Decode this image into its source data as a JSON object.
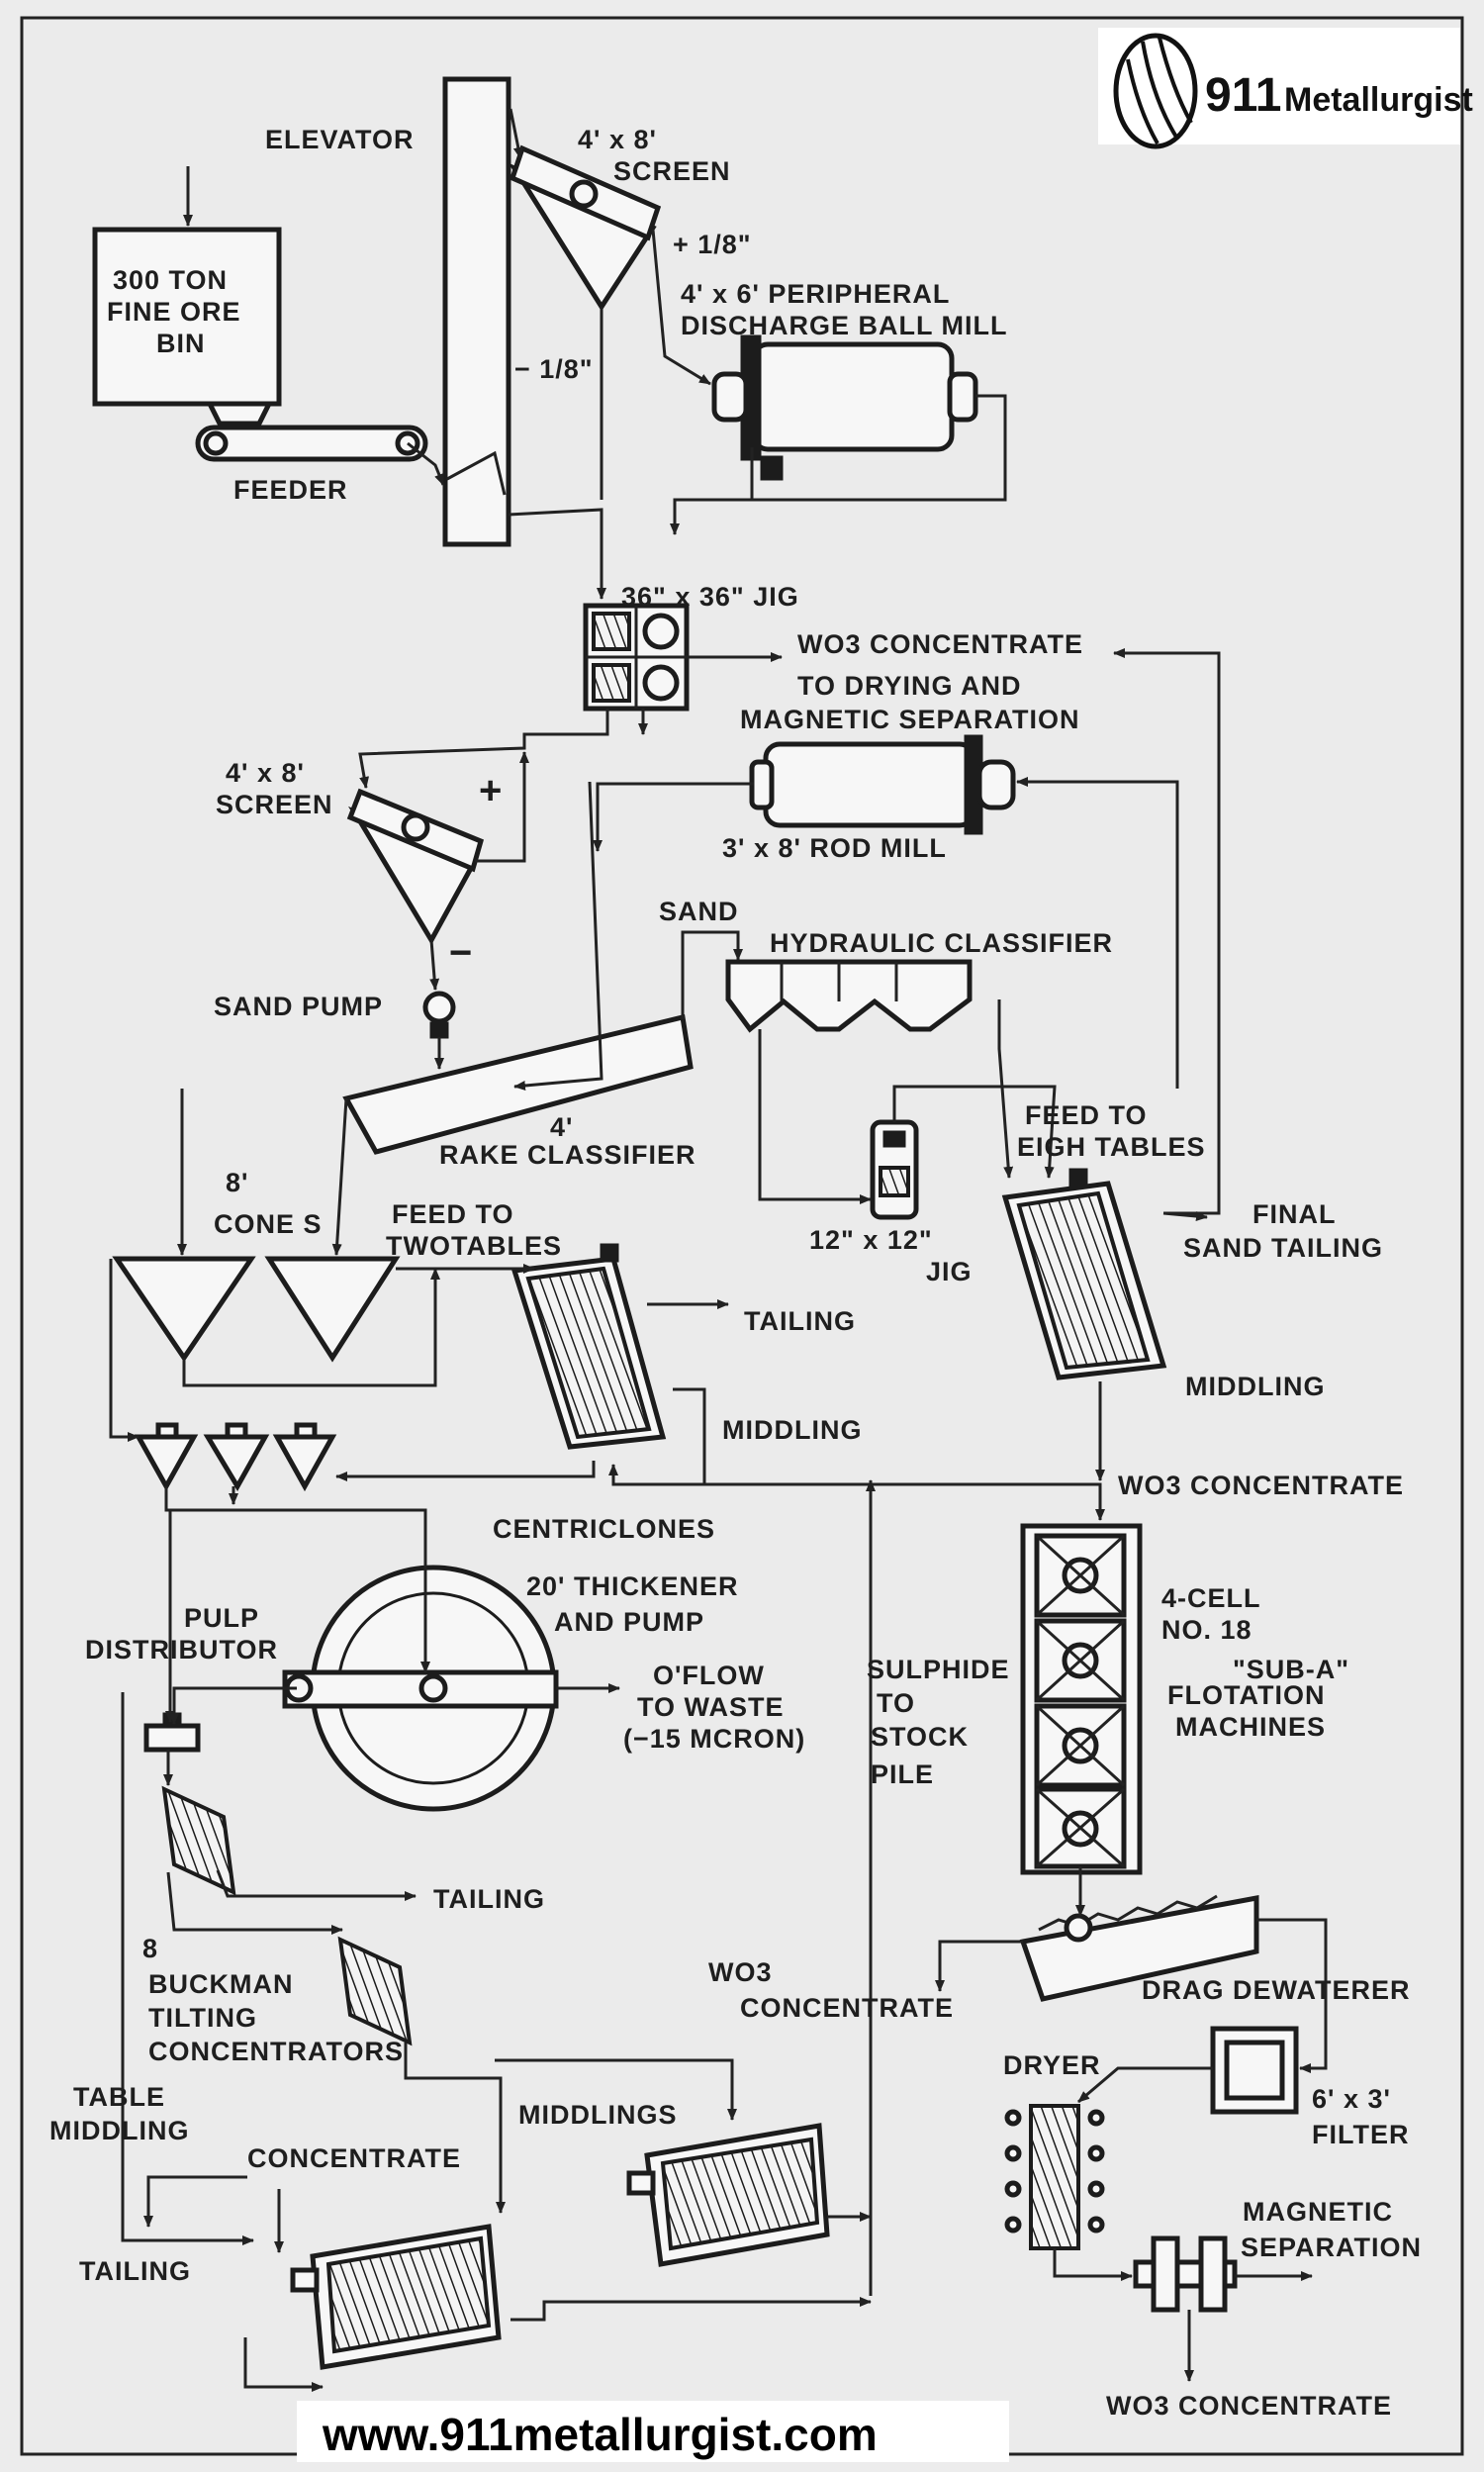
{
  "logo": {
    "number": "911",
    "name": "Metallurgist"
  },
  "website": "www.911metallurgist.com",
  "labels": {
    "elevator": "ELEVATOR",
    "screen1_a": "4' x 8'",
    "screen1_b": "SCREEN",
    "plus_eighth": "+ 1/8\"",
    "minus_eighth": "− 1/8\"",
    "bin_1": "300 TON",
    "bin_2": "FINE ORE",
    "bin_3": "BIN",
    "feeder": "FEEDER",
    "ballmill_1": "4' x 6'  PERIPHERAL",
    "ballmill_2": "DISCHARGE BALL MILL",
    "jig36": "36\" x 36\" JIG",
    "wo3_dry_1": "WO3  CONCENTRATE",
    "wo3_dry_2": "TO DRYING AND",
    "wo3_dry_3": "MAGNETIC  SEPARATION",
    "screen2_a": "4' x 8'",
    "screen2_b": "SCREEN",
    "plus": "+",
    "minus": "−",
    "rodmill": "3' x 8'  ROD MILL",
    "sand": "SAND",
    "hydraulic": "HYDRAULIC  CLASSIFIER",
    "sandpump": "SAND PUMP",
    "rake_1": "4'",
    "rake_2": "RAKE CLASSIFIER",
    "feed8_1": "FEED TO",
    "feed8_2": "EIGH TABLES",
    "cones_1": "8'",
    "cones_2": "CONE S",
    "feed2_1": "FEED TO",
    "feed2_2": "TWOTABLES",
    "jig12_1": "12\" x 12\"",
    "jig12_2": "JIG",
    "final_1": "FINAL",
    "final_2": "SAND TAILING",
    "tailing_top": "TAILING",
    "middling_r": "MIDDLING",
    "middling_c": "MIDDLING",
    "wo3_mid": "WO3  CONCENTRATE",
    "centriclones": "CENTRICLONES",
    "thick_1": "20' THICKENER",
    "thick_2": "AND  PUMP",
    "pulp_1": "PULP",
    "pulp_2": "DISTRIBUTOR",
    "oflow_1": "O'FLOW",
    "oflow_2": "TO WASTE",
    "oflow_3": "(−15 MCRON)",
    "sulph_1": "SULPHIDE",
    "sulph_2": "TO",
    "sulph_3": "STOCK",
    "sulph_4": "PILE",
    "flot_1": "4-CELL",
    "flot_2": "NO. 18",
    "flot_3": "\"SUB-A\"",
    "flot_4": "FLOTATION",
    "flot_5": "MACHINES",
    "tailing_mid": "TAILING",
    "buck_1": "8",
    "buck_2": "BUCKMAN",
    "buck_3": "TILTING",
    "buck_4": "CONCENTRATORS",
    "wo3_low_1": "WO3",
    "wo3_low_2": "CONCENTRATE",
    "drag": "DRAG  DEWATERER",
    "table_mid_1": "TABLE",
    "table_mid_2": "MIDDLING",
    "middlings": "MIDDLINGS",
    "dryer": "DRYER",
    "filter_1": "6' x 3'",
    "filter_2": "FILTER",
    "concentrate": "CONCENTRATE",
    "magsep_1": "MAGNETIC",
    "magsep_2": "SEPARATION",
    "tailing_low": "TAILING",
    "wo3_final": "WO3  CONCENTRATE"
  }
}
